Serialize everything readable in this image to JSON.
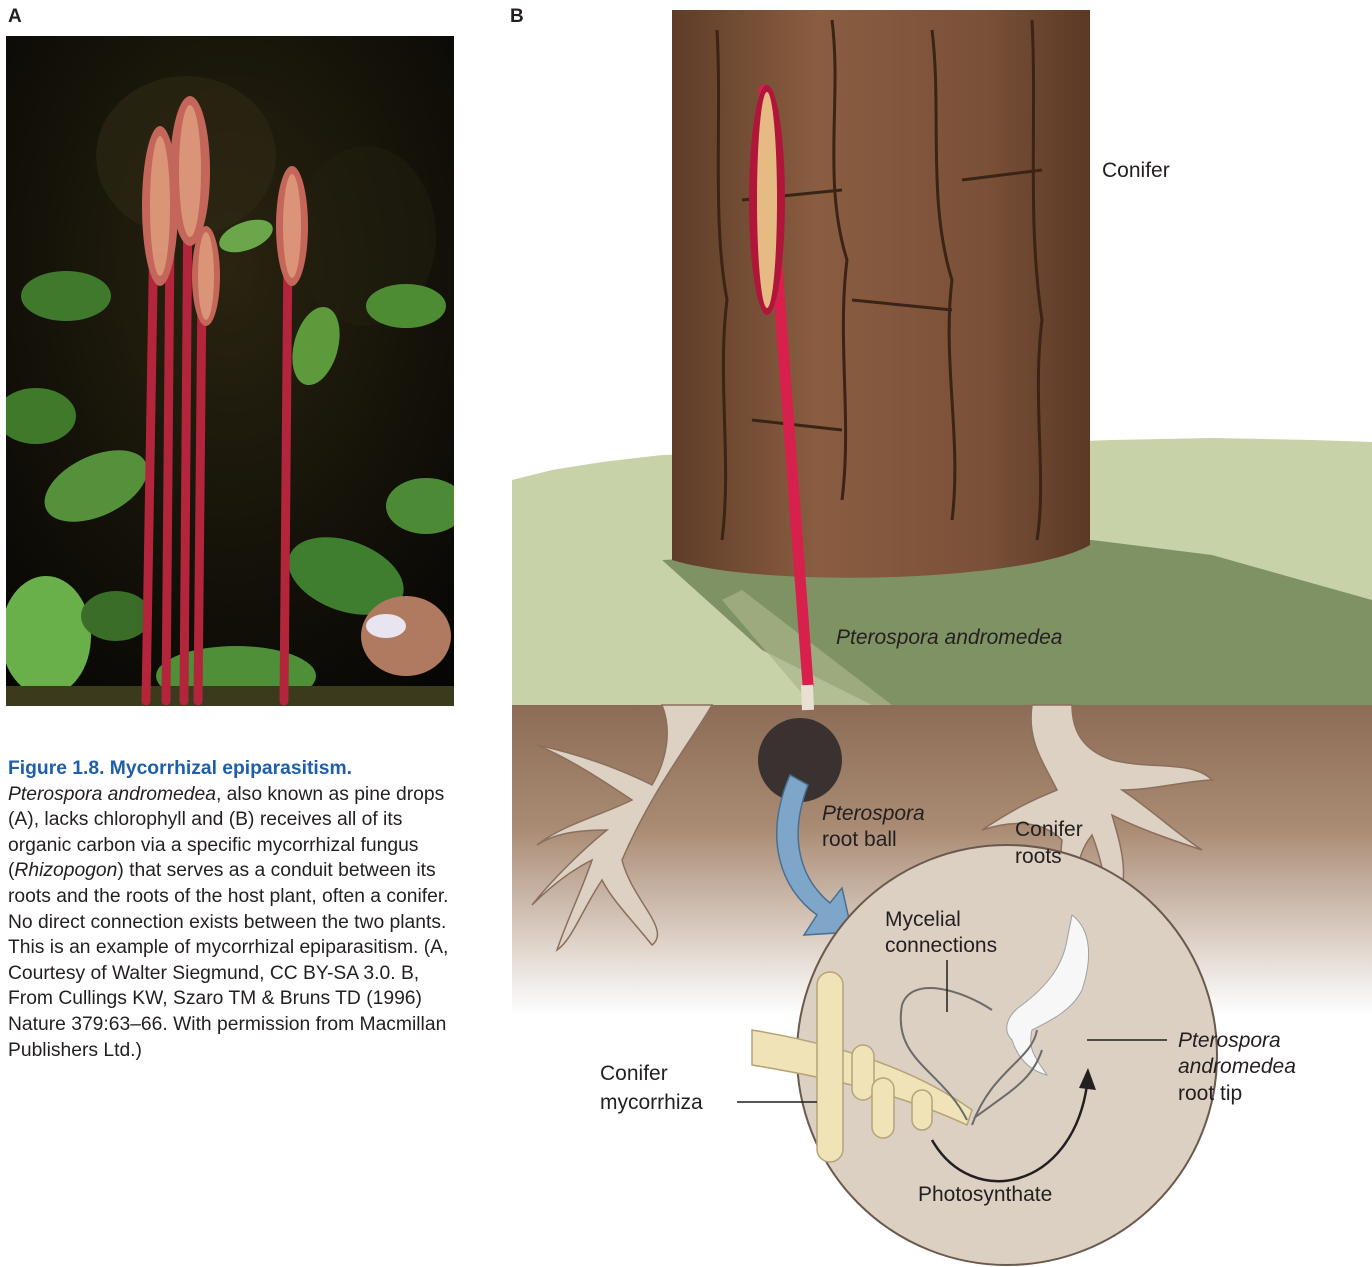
{
  "panels": {
    "a": "A",
    "b": "B"
  },
  "caption": {
    "title": "Figure 1.8. Mycorrhizal epiparasitism.",
    "species": "Pterospora andromedea",
    "part1": ", also known as pine drops (A), lacks chlorophyll and (B) receives all of its organic carbon via a specific mycorrhizal fungus (",
    "genus": "Rhizopogon",
    "part2": ") that serves as a conduit between its roots and the roots of the host plant, often a conifer. No direct connection exists between the two plants. This is an example of mycorrhizal epiparasitism. (A, Courtesy of Walter Siegmund, CC BY-SA 3.0. B, From Cullings KW, Szaro TM & Bruns TD (1996) Nature 379:63–66. With permission from Macmillan Publishers Ltd.)"
  },
  "labels": {
    "conifer": "Conifer",
    "pterospora": "Pterospora andromedea",
    "root_ball_1": "Pterospora",
    "root_ball_2": "root ball",
    "conifer_roots_1": "Conifer",
    "conifer_roots_2": "roots",
    "mycelial_1": "Mycelial",
    "mycelial_2": "connections",
    "pt_tip_1": "Pterospora",
    "pt_tip_2": "andromedea",
    "pt_tip_3": "root tip",
    "myco_1": "Conifer",
    "myco_2": "mycorrhiza",
    "photosynthate": "Photosynthate"
  },
  "colors": {
    "bark": "#7a5138",
    "grass": "#c8d2a8",
    "shadow": "#7f9263",
    "soil": "#8a6b55",
    "stem": "#d8204d",
    "arrow": "#7ea6c8",
    "caption_title": "#1f5ea8"
  }
}
